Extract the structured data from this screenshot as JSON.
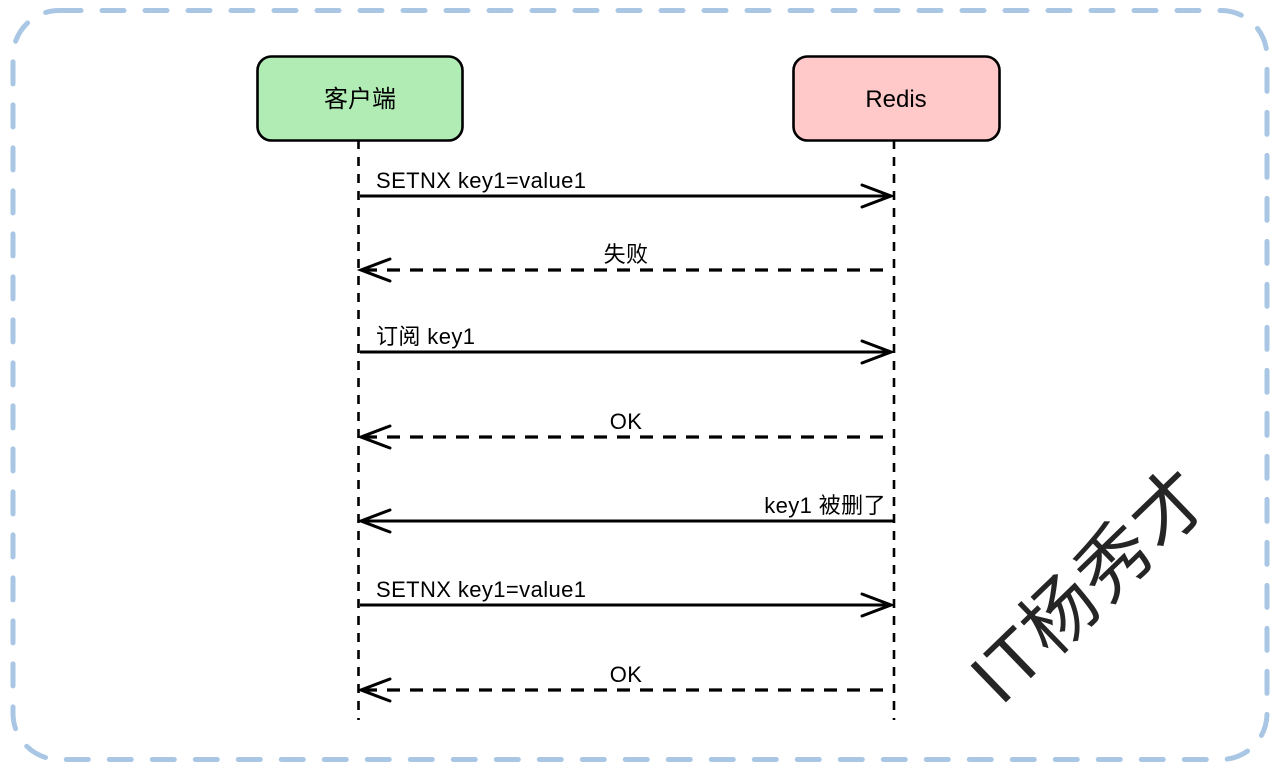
{
  "frame": {
    "border_color": "#a9c7e4"
  },
  "actors": [
    {
      "id": "client",
      "label": "客户端",
      "color": "#b2ecb5"
    },
    {
      "id": "redis",
      "label": "Redis",
      "color": "#ffc9c9"
    }
  ],
  "messages": [
    {
      "text": "SETNX key1=value1",
      "from": "client",
      "to": "redis",
      "line": "solid",
      "direction": "right",
      "label_align": "left"
    },
    {
      "text": "失败",
      "from": "redis",
      "to": "client",
      "line": "dashed",
      "direction": "left",
      "label_align": "center"
    },
    {
      "text": "订阅 key1",
      "from": "client",
      "to": "redis",
      "line": "solid",
      "direction": "right",
      "label_align": "left"
    },
    {
      "text": "OK",
      "from": "redis",
      "to": "client",
      "line": "dashed",
      "direction": "left",
      "label_align": "center"
    },
    {
      "text": "key1 被删了",
      "from": "redis",
      "to": "client",
      "line": "solid",
      "direction": "left",
      "label_align": "right"
    },
    {
      "text": "SETNX key1=value1",
      "from": "client",
      "to": "redis",
      "line": "solid",
      "direction": "right",
      "label_align": "left"
    },
    {
      "text": "OK",
      "from": "redis",
      "to": "client",
      "line": "dashed",
      "direction": "left",
      "label_align": "center"
    }
  ],
  "watermark": {
    "text": "IT杨秀才",
    "color": "#9b9b9b"
  },
  "line_color": "#000000"
}
